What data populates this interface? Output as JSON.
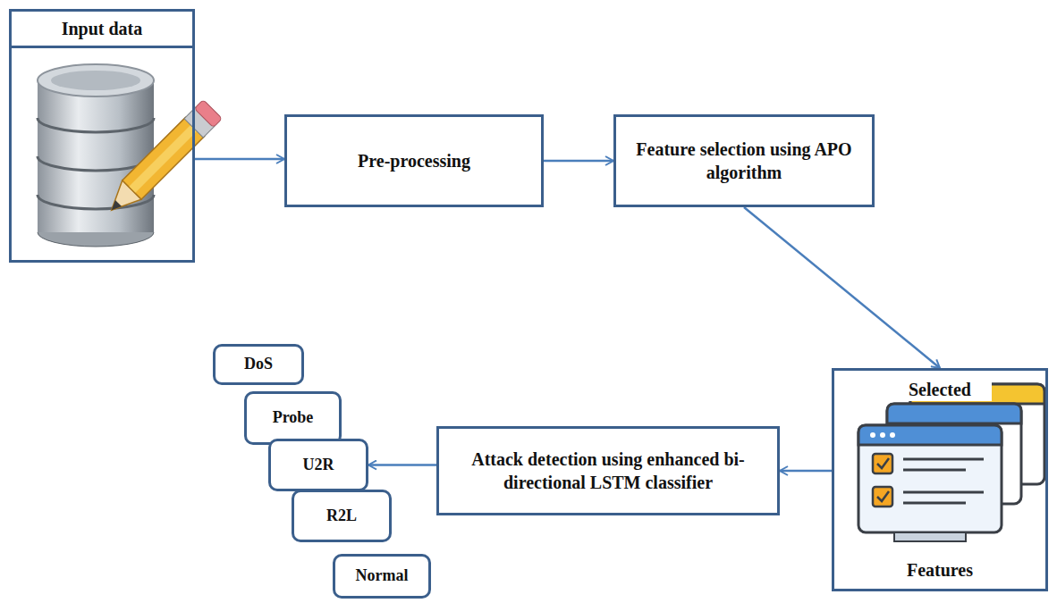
{
  "diagram": {
    "nodes": [
      {
        "text": [
          "Input data"
        ]
      },
      {
        "text": [
          "Pre-processing"
        ]
      },
      {
        "text": [
          "Feature selection using APO algorithm"
        ]
      },
      {
        "text": [
          "Selected",
          "Features"
        ]
      },
      {
        "text": [
          "Attack detection using enhanced bi-directional LSTM classifier"
        ]
      },
      {
        "text": [
          "DoS"
        ]
      },
      {
        "text": [
          "Probe"
        ]
      },
      {
        "text": [
          "U2R"
        ]
      },
      {
        "text": [
          "R2L"
        ]
      },
      {
        "text": [
          "Normal"
        ]
      }
    ],
    "edges": [
      {
        "from": 0,
        "to": 1,
        "arrow": "to"
      },
      {
        "from": 1,
        "to": 2,
        "arrow": "to"
      },
      {
        "from": 2,
        "to": 3,
        "arrow": "to"
      },
      {
        "from": 3,
        "to": 4,
        "arrow": "to"
      },
      {
        "from": 4,
        "to": 7,
        "arrow": "to"
      }
    ]
  }
}
